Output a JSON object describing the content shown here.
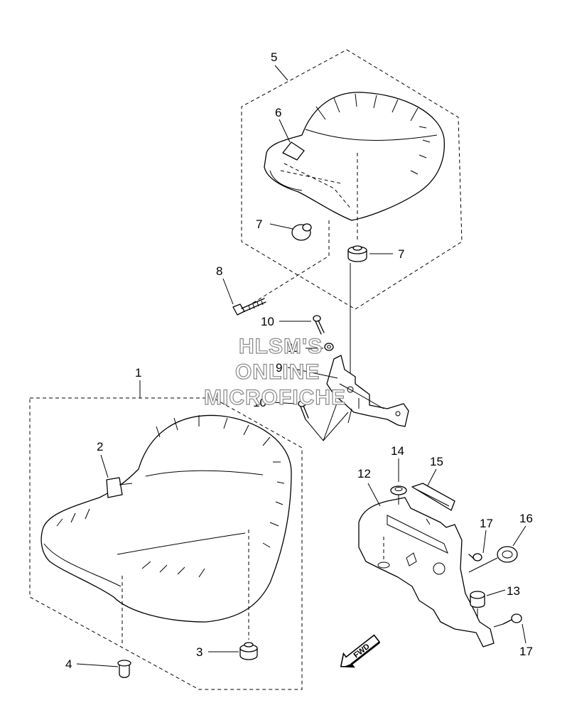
{
  "callouts": {
    "c1": "1",
    "c2": "2",
    "c3": "3",
    "c4": "4",
    "c5": "5",
    "c6": "6",
    "c7a": "7",
    "c7b": "7",
    "c8": "8",
    "c9": "9",
    "c10a": "10",
    "c10b": "10",
    "c11": "11",
    "c12": "12",
    "c13": "13",
    "c14": "14",
    "c15": "15",
    "c16": "16",
    "c17a": "17",
    "c17b": "17"
  },
  "watermark": {
    "line1": "HLSM'S",
    "line2": "ONLINE",
    "line3": "MICROFICHE"
  },
  "direction_arrow": {
    "label": "FWD",
    "icon": "fwd-arrow-icon"
  }
}
